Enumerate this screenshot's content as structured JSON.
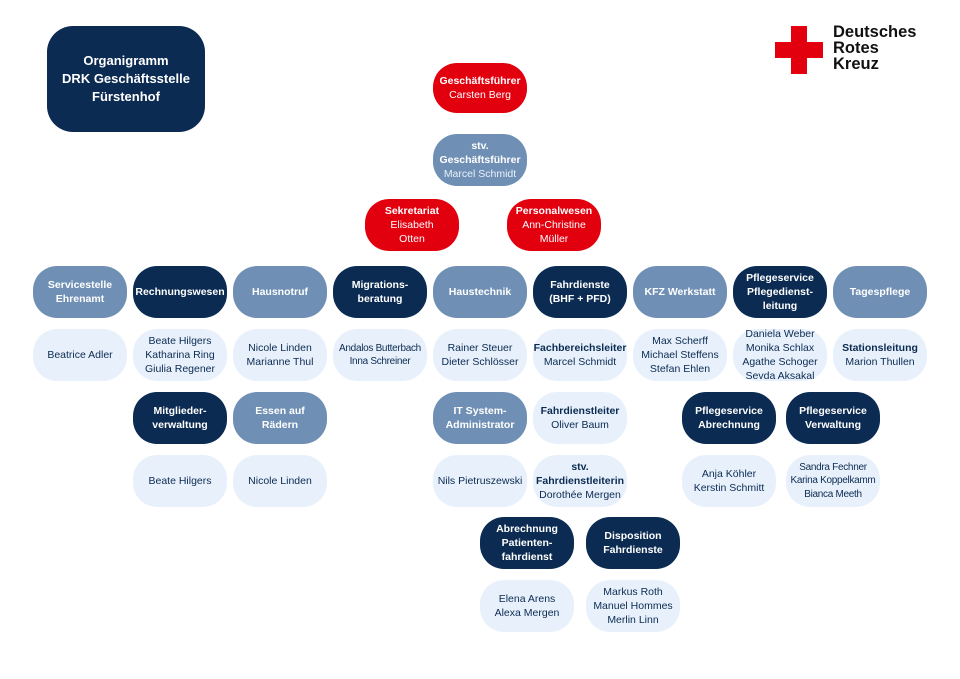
{
  "title": {
    "line1": "Organigramm",
    "line2": "DRK Geschäftsstelle",
    "line3": "Fürstenhof"
  },
  "logo": {
    "line1": "Deutsches",
    "line2": "Rotes",
    "line3": "Kreuz",
    "color": "#e2000f"
  },
  "colors": {
    "red": "#e2000f",
    "mid_blue": "#6f8fb4",
    "dark_blue": "#0b2b52",
    "light_blue": "#e8f1fb"
  },
  "leadership": {
    "gf": {
      "title": "Geschäftsführer",
      "name": "Carsten Berg"
    },
    "stv": {
      "title1": "stv.",
      "title2": "Geschäftsführer",
      "name": "Marcel Schmidt"
    },
    "sekretariat": {
      "title": "Sekretariat",
      "name1": "Elisabeth",
      "name2": "Otten"
    },
    "personal": {
      "title": "Personalwesen",
      "name1": "Ann-Christine",
      "name2": "Müller"
    }
  },
  "departments": {
    "servicestelle": {
      "title1": "Servicestelle",
      "title2": "Ehrenamt",
      "staff": [
        "Beatrice Adler"
      ]
    },
    "rechnungswesen": {
      "title": "Rechnungswesen",
      "staff": [
        "Beate Hilgers",
        "Katharina Ring",
        "Giulia Regener"
      ]
    },
    "hausnotruf": {
      "title": "Hausnotruf",
      "staff": [
        "Nicole Linden",
        "Marianne Thul"
      ]
    },
    "migration": {
      "title1": "Migrations-",
      "title2": "beratung",
      "staff": [
        "Andalos Butterbach",
        "Inna Schreiner"
      ]
    },
    "haustechnik": {
      "title": "Haustechnik",
      "staff": [
        "Rainer Steuer",
        "Dieter Schlösser"
      ]
    },
    "fahrdienste": {
      "title1": "Fahrdienste",
      "title2": "(BHF + PFD)",
      "lead_title": "Fachbereichsleiter",
      "lead_name": "Marcel Schmidt"
    },
    "kfz": {
      "title": "KFZ Werkstatt",
      "staff": [
        "Max Scherff",
        "Michael Steffens",
        "Stefan Ehlen"
      ]
    },
    "pflegeservice": {
      "title1": "Pflegeservice",
      "title2": "Pflegedienst-",
      "title3": "leitung",
      "staff": [
        "Daniela Weber",
        "Monika Schlax",
        "Agathe Schoger",
        "Sevda Aksakal"
      ]
    },
    "tagespflege": {
      "title": "Tagespflege",
      "lead_title": "Stationsleitung",
      "lead_name": "Marion Thullen"
    }
  },
  "second_row": {
    "mitglieder": {
      "title1": "Mitglieder-",
      "title2": "verwaltung",
      "staff": [
        "Beate Hilgers"
      ]
    },
    "essen": {
      "title": "Essen auf Rädern",
      "staff": [
        "Nicole Linden"
      ]
    },
    "it": {
      "title1": "IT System-",
      "title2": "Administrator",
      "staff": [
        "Nils Pietruszewski"
      ]
    },
    "fahrdienstleiter": {
      "title": "Fahrdienstleiter",
      "name": "Oliver Baum"
    },
    "stv_fahrdienstleiterin": {
      "title1": "stv.",
      "title2": "Fahrdienstleiterin",
      "name": "Dorothée Mergen"
    },
    "pflege_abrechnung": {
      "title1": "Pflegeservice",
      "title2": "Abrechnung",
      "staff": [
        "Anja Köhler",
        "Kerstin Schmitt"
      ]
    },
    "pflege_verwaltung": {
      "title1": "Pflegeservice",
      "title2": "Verwaltung",
      "staff": [
        "Sandra Fechner",
        "Karina Koppelkamm",
        "Bianca Meeth"
      ]
    }
  },
  "third_row": {
    "abrechnung_pf": {
      "title1": "Abrechnung",
      "title2": "Patienten-",
      "title3": "fahrdienst",
      "staff": [
        "Elena Arens",
        "Alexa Mergen"
      ]
    },
    "disposition": {
      "title1": "Disposition",
      "title2": "Fahrdienste",
      "staff": [
        "Markus Roth",
        "Manuel Hommes",
        "Merlin Linn"
      ]
    }
  }
}
